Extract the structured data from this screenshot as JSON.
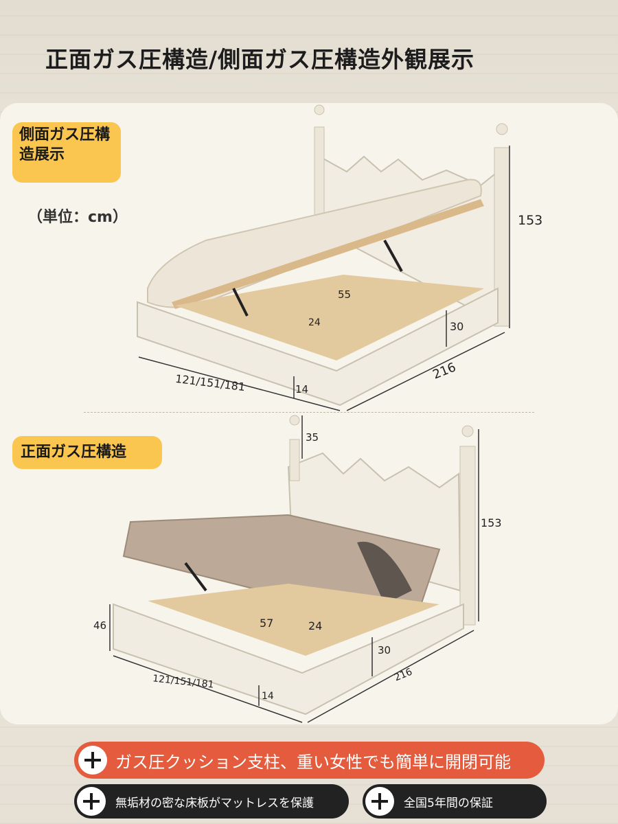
{
  "title": "正面ガス圧構造/側面ガス圧構造外観展示",
  "side_section": {
    "tag": "側面ガス圧構造展示",
    "unit": "（単位：cm）",
    "dims": {
      "height": "153",
      "width": "121/151/181",
      "length": "216",
      "leg": "14",
      "drawer_h": "30",
      "compartment_w": "55",
      "compartment_h": "24"
    }
  },
  "front_section": {
    "tag": "正面ガス圧構造",
    "dims": {
      "top_post": "35",
      "height": "153",
      "footboard": "46",
      "width": "121/151/181",
      "length": "216",
      "leg": "14",
      "drawer_h": "30",
      "compartment_w": "57",
      "compartment_h": "24"
    }
  },
  "features": {
    "main": "ガス圧クッション支柱、重い女性でも簡単に開閉可能",
    "board": "無垢材の密な床板がマットレスを保護",
    "warranty": "全国5年間の保証"
  },
  "colors": {
    "accent_yellow": "#fbc64f",
    "accent_red": "#e45c3d",
    "dark": "#222222",
    "bed": "#f1ece1",
    "wood": "#d9b98a"
  }
}
